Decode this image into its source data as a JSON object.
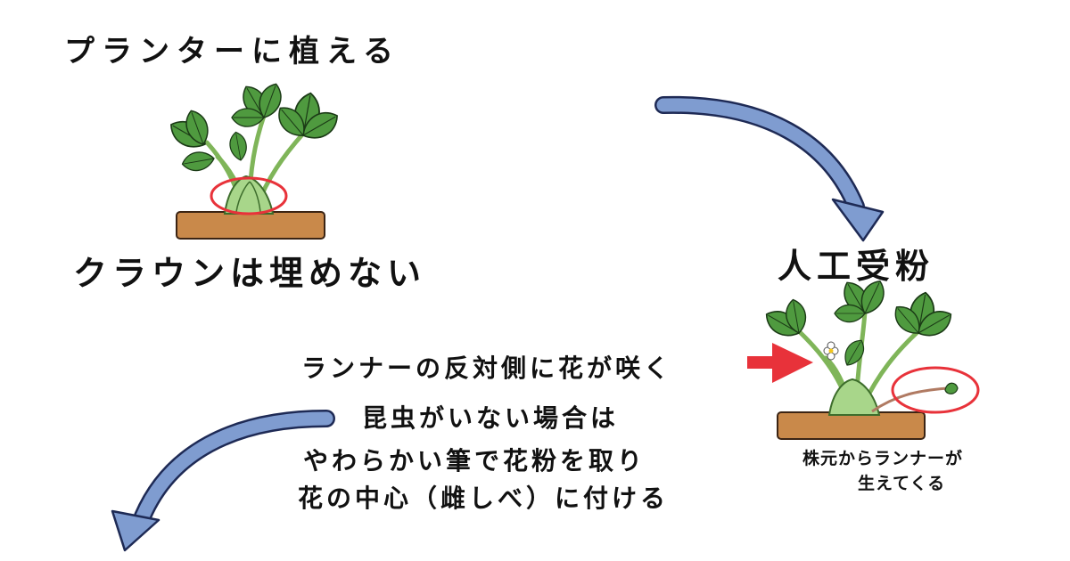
{
  "texts": {
    "planter_title": "プランターに植える",
    "crown_note": "クラウンは埋めない",
    "pollination_title": "人工受粉",
    "runner_side_note": "ランナーの反対側に花が咲く",
    "no_insects_note": "昆虫がいない場合は",
    "brush_note": "やわらかい筆で花粉を取り",
    "center_note": "花の中心（雌しべ）に付ける",
    "runner_caption_line1": "株元からランナーが",
    "runner_caption_line2": "生えてくる"
  },
  "colors": {
    "arrow_blue": "#7f9cd0",
    "arrow_outline": "#1e2a55",
    "highlight_red": "#e8323a",
    "soil": "#c9894a",
    "leaf_green": "#4f9a3f",
    "crown_green": "#a8d68a"
  }
}
